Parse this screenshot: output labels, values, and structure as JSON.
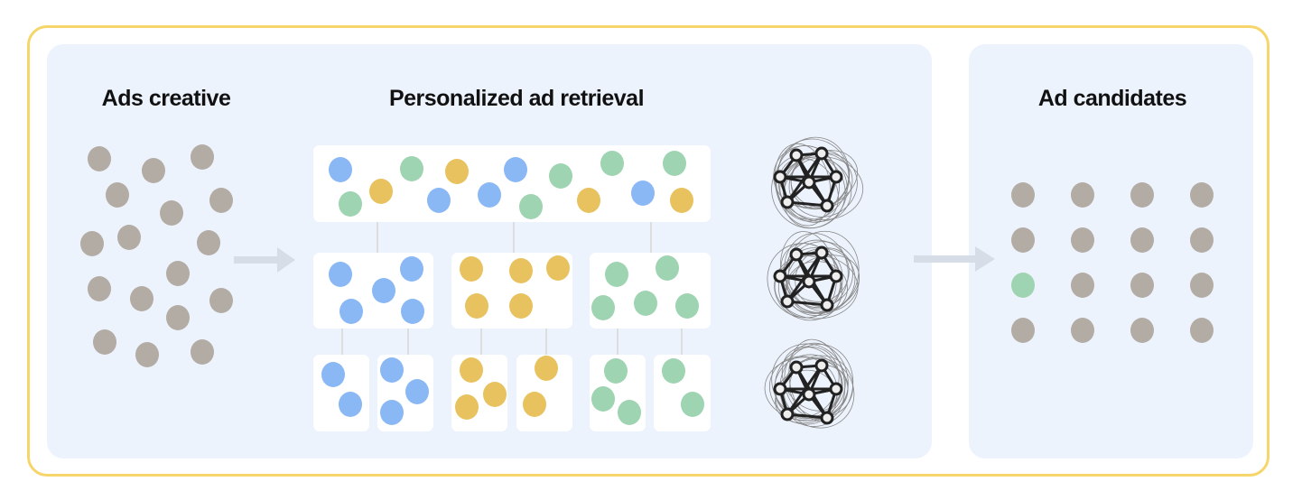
{
  "titles": {
    "ads_creative": "Ads creative",
    "retrieval": "Personalized ad retrieval",
    "candidates": "Ad candidates"
  },
  "colors": {
    "gray": "#b3aca5",
    "blue": "#8ab8f5",
    "green": "#9ed4b1",
    "yellow": "#e8c25e",
    "border": "#f6d66a",
    "panel": "#edf3fd"
  },
  "icons": [
    "arrow-right-icon",
    "neural-network-icon"
  ]
}
